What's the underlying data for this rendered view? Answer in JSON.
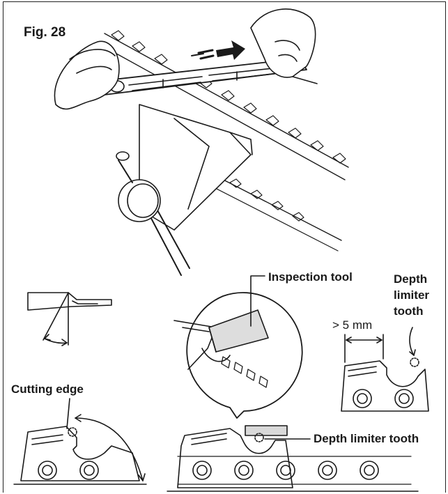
{
  "figure": {
    "title": "Fig. 28",
    "labels": {
      "inspection_tool": "Inspection tool",
      "depth_limiter_tooth_stacked": [
        "Depth",
        "limiter",
        "tooth"
      ],
      "gauge_distance": "> 5 mm",
      "cutting_edge": "Cutting edge",
      "depth_limiter_tooth": "Depth limiter tooth"
    },
    "icons": [
      "hand-icon",
      "file-gauge-icon",
      "motion-arrow-icon",
      "vise-icon",
      "chain-link-icon",
      "magnifier-bubble-icon"
    ]
  }
}
